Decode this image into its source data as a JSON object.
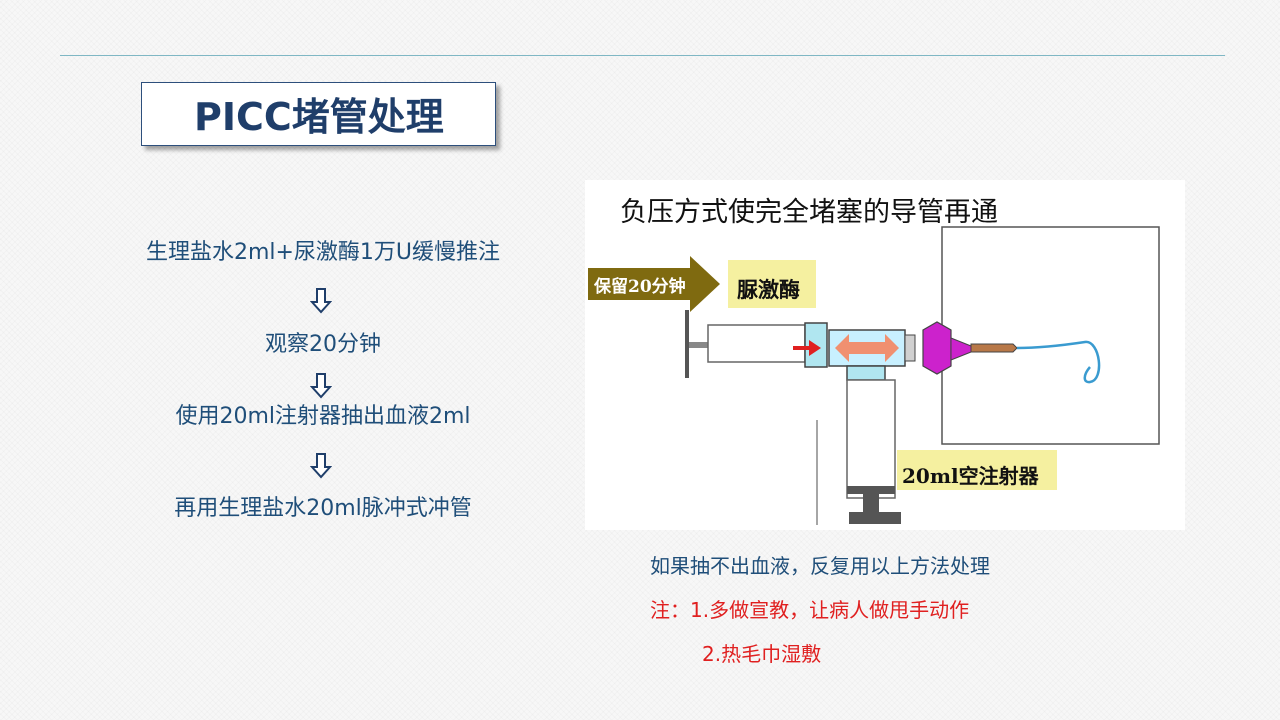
{
  "slide": {
    "title": "PICC堵管处理"
  },
  "steps": [
    "生理盐水2ml+尿激酶1万U缓慢推注",
    "观察20分钟",
    "使用20ml注射器抽出血液2ml",
    "再用生理盐水20ml脉冲式冲管"
  ],
  "figure": {
    "caption": "负压方式使完全堵塞的导管再通",
    "arrow_label": "保留20分钟",
    "drug_label": "脲激酶",
    "syringe_label": "20ml空注射器"
  },
  "notes": {
    "line1": "如果抽不出血液，反复用以上方法处理",
    "line2": "注：1.多做宣教，让病人做甩手动作",
    "line3": "2.热毛巾湿敷"
  },
  "colors": {
    "title": "#1f3e6a",
    "body_text": "#1f4e79",
    "note_red": "#e02020",
    "rule": "#7fb7c4",
    "arrow_olive": "#7f6a10",
    "label_yellow": "#f5f0a0",
    "syringe_tip": "#b0e6f0",
    "catheter_hub": "#cc22cc",
    "catheter_tip": "#b87848",
    "catheter_line": "#3a9bd0",
    "valve_arrow": "#f09070"
  }
}
